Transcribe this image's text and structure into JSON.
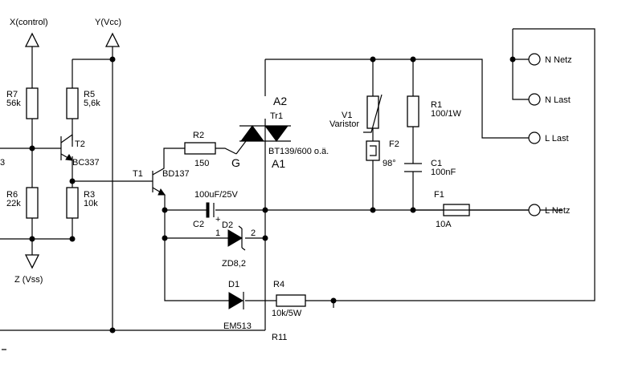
{
  "schematic": {
    "ports": {
      "x_control": "X(control)",
      "y_vcc": "Y(Vcc)",
      "z_vss": "Z (Vss)",
      "edge_left": "3"
    },
    "parts": {
      "r7_name": "R7",
      "r7_value": "56k",
      "r5_name": "R5",
      "r5_value": "5,6k",
      "r6_name": "R6",
      "r6_value": "22k",
      "r3_name": "R3",
      "r3_value": "10k",
      "t2_name": "T2",
      "t2_value": "BC337",
      "t1_name": "T1",
      "t1_value": "BD137",
      "r2_name": "R2",
      "r2_value": "150",
      "triac_name": "Tr1",
      "triac_value": "BT139/600 o.ä.",
      "triac_a2": "A2",
      "triac_a1": "A1",
      "triac_gate": "G",
      "v1_name": "V1",
      "v1_value": "Varistor",
      "f2_name": "F2",
      "f2_value": "98°",
      "r1_name": "R1",
      "r1_value": "100/1W",
      "c1_name": "C1",
      "c1_value": "100nF",
      "c2_name": "C2",
      "c2_value": "100uF/25V",
      "c2_plus": "+",
      "d2_name": "D2",
      "d2_value": "ZD8,2",
      "d2_pin1": "1",
      "d2_pin2": "2",
      "d1_name": "D1",
      "d1_value": "EM513",
      "r4_name": "R4",
      "r4_value": "10k/5W",
      "f1_name": "F1",
      "f1_value": "10A",
      "r11_name": "R11"
    },
    "terminals": {
      "n_netz": "N Netz",
      "n_last": "N Last",
      "l_last": "L Last",
      "l_netz": "L Netz"
    }
  }
}
